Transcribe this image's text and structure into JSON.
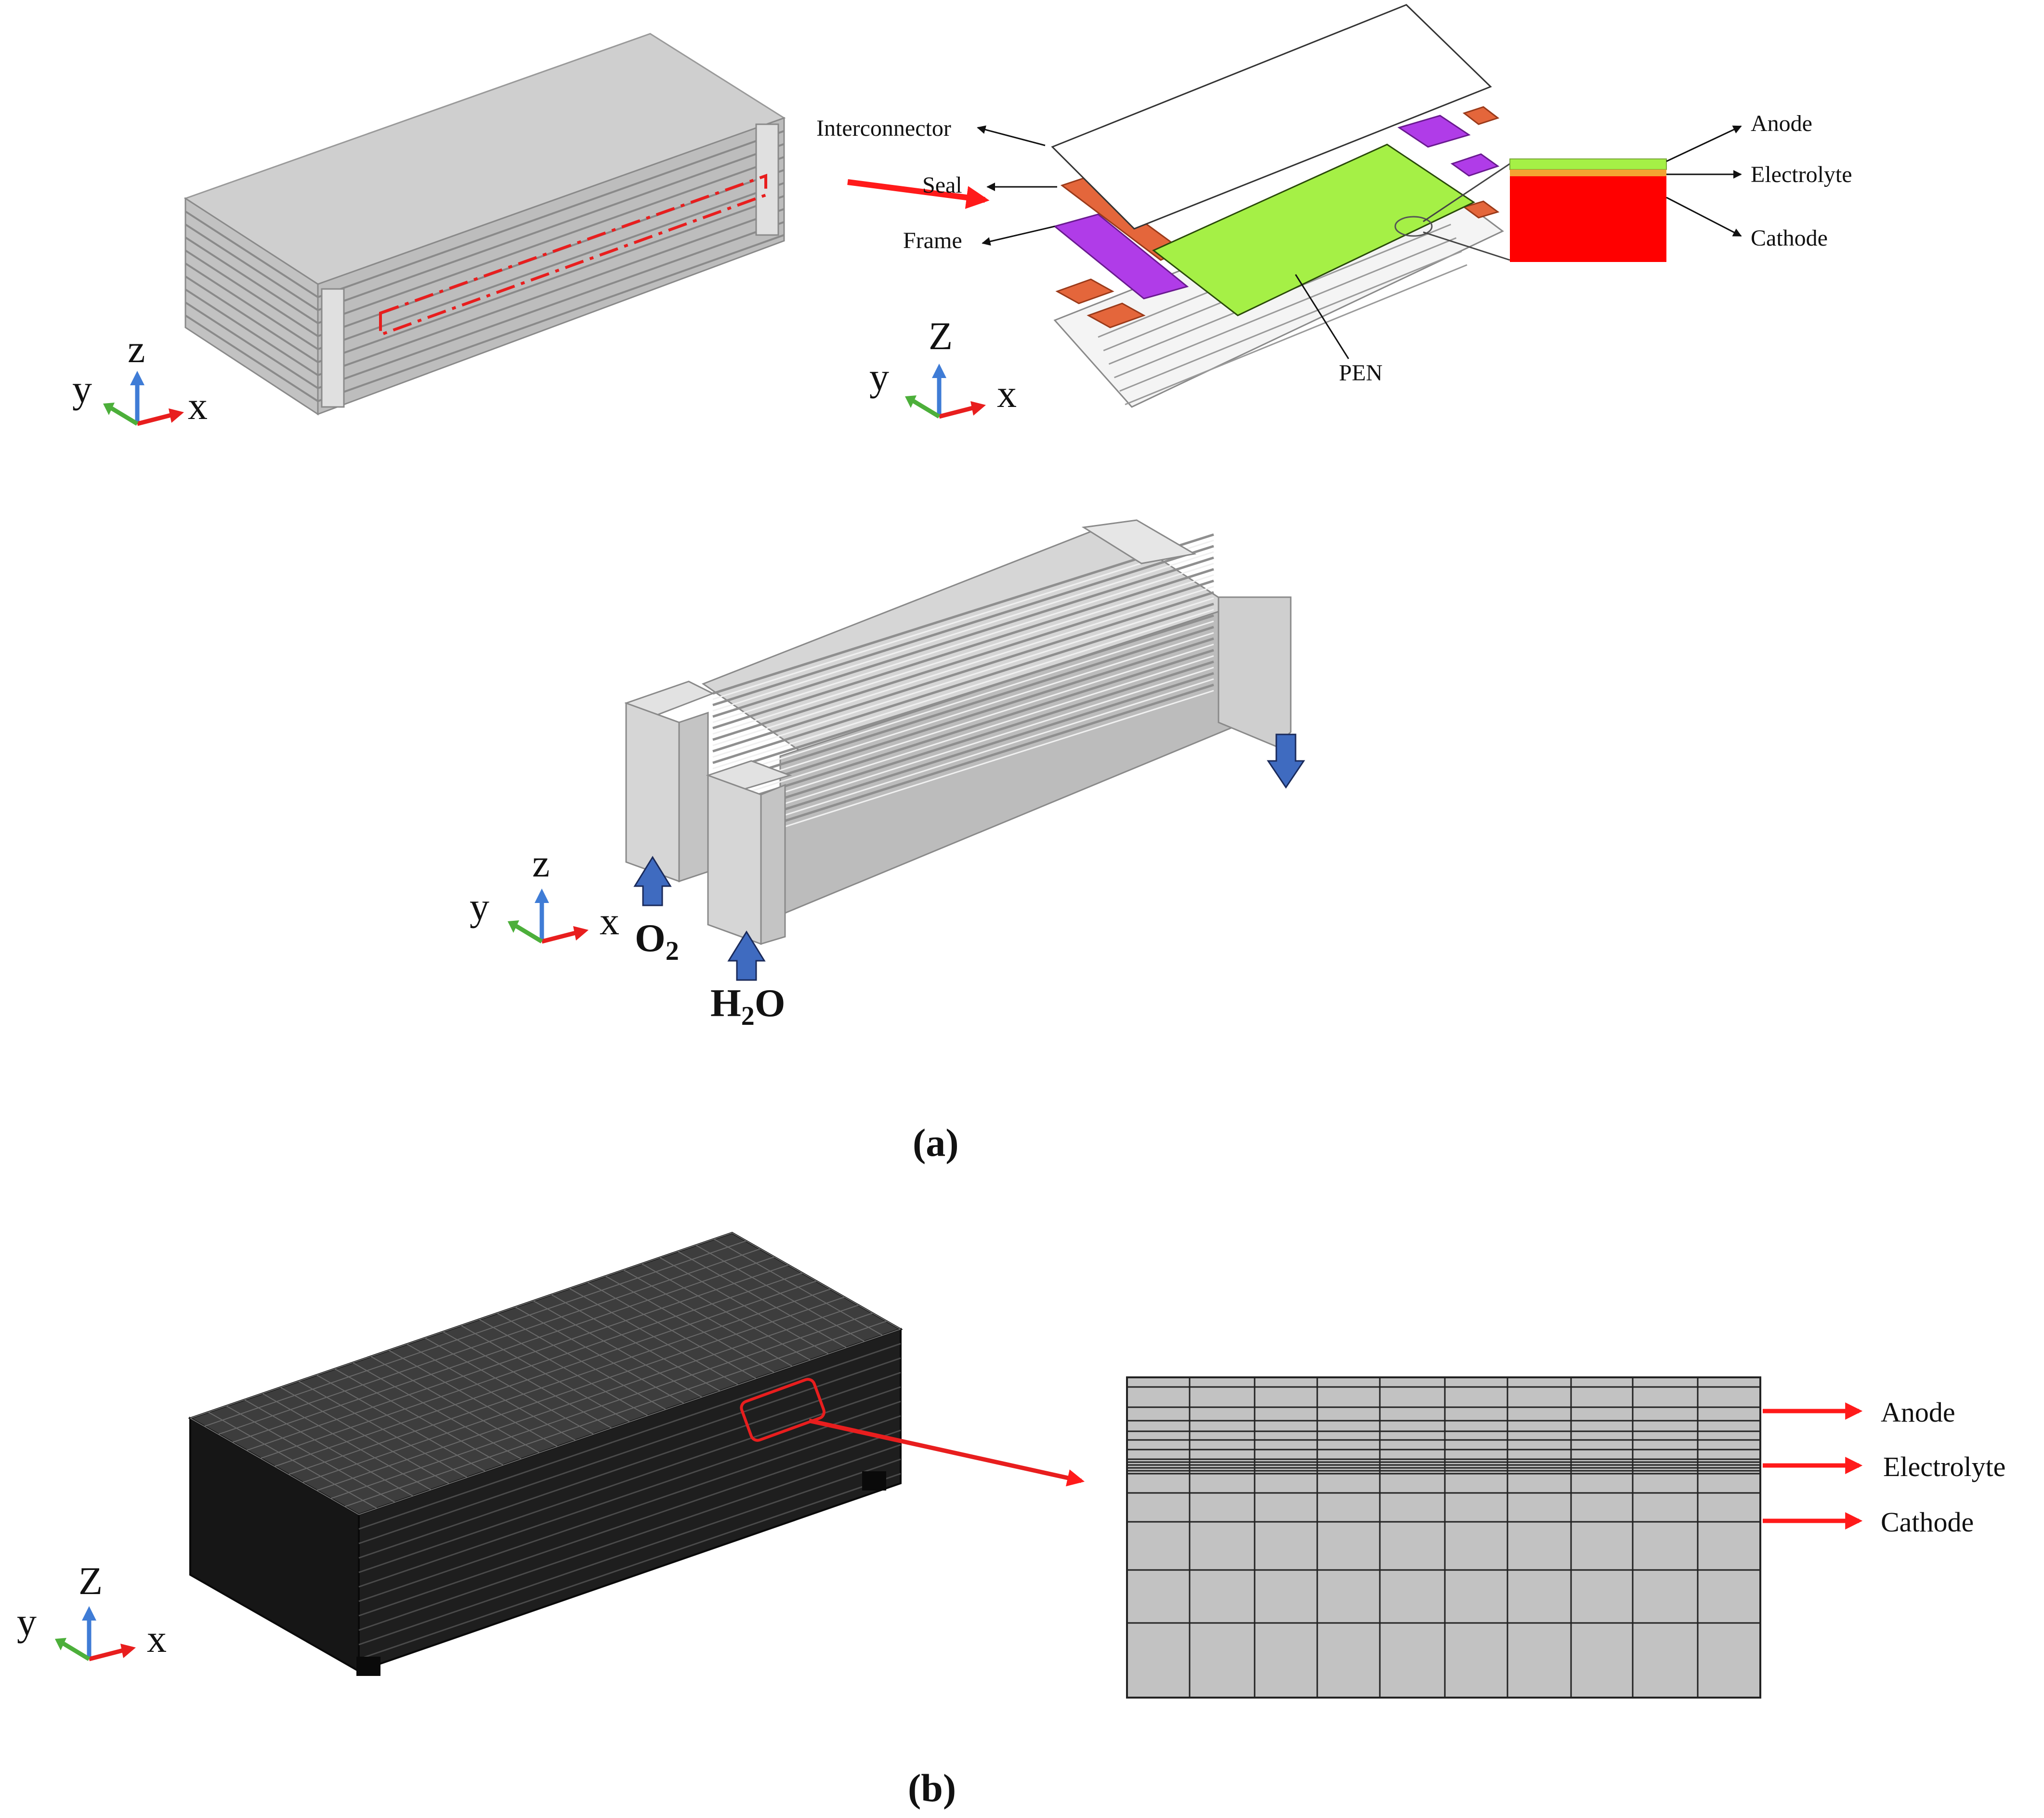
{
  "colors": {
    "interconnector": "#ffffff",
    "seal": "#e4663b",
    "frame": "#b03ce8",
    "pen": "#a5f046",
    "anode": "#a5f046",
    "electrolyte": "#f4a332",
    "cathode": "#ff0000",
    "gas_arrow": "#3f6bc0",
    "pointer_arrow": "#ff1a1a",
    "axis_x": "#e81e1e",
    "axis_y": "#4caf3a",
    "axis_z": "#3f7cd6",
    "mesh": "#0a0a0a",
    "solid_gray": "#d0d0d0"
  },
  "axes": {
    "x": "x",
    "y": "y",
    "z": "z",
    "z_upper": "Z"
  },
  "exploded_labels": {
    "interconnector": "Interconnector",
    "seal": "Seal",
    "frame": "Frame",
    "pen": "PEN",
    "anode": "Anode",
    "electrolyte": "Electrolyte",
    "cathode": "Cathode"
  },
  "flow": {
    "o2": "O",
    "o2_sub": "2",
    "h2o_h": "H",
    "h2o_sub": "2",
    "h2o_o": "O"
  },
  "mesh_labels": {
    "anode": "Anode",
    "electrolyte": "Electrolyte",
    "cathode": "Cathode"
  },
  "captions": {
    "a": "(a)",
    "b": "(b)"
  }
}
